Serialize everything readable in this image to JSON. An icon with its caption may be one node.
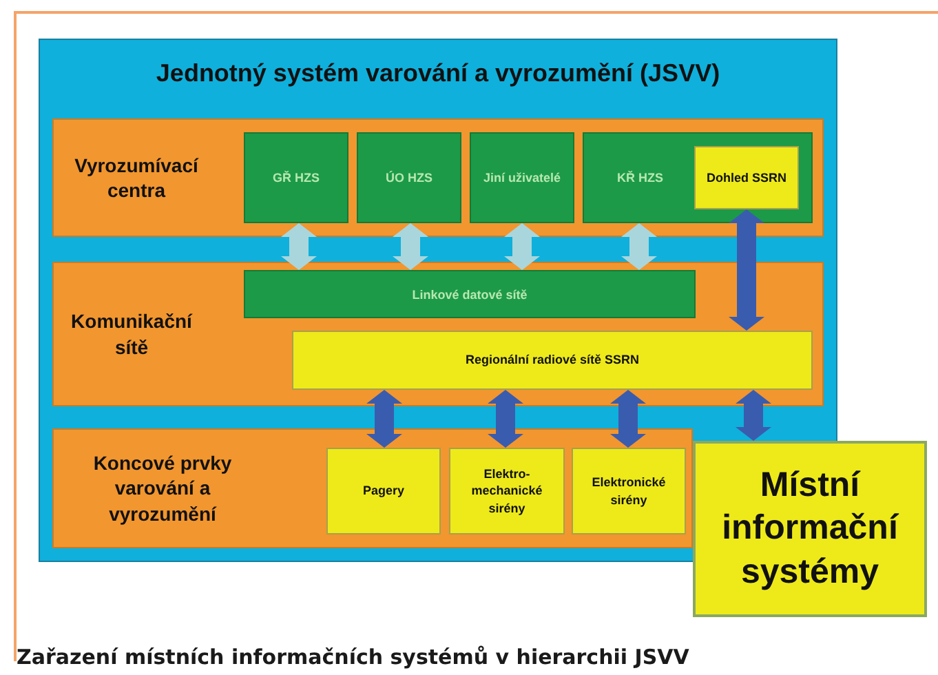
{
  "diagram": {
    "caption": "Zařazení místních informačních systémů v hierarchii JSVV",
    "nodes": [
      {
        "text": [
          "Jednotný systém varování a vyrozumění (JSVV)"
        ]
      },
      {
        "text": [
          "Vyrozumívací centra"
        ],
        "in": 0
      },
      {
        "text": [
          "GŘ HZS"
        ],
        "in": 1
      },
      {
        "text": [
          "ÚO HZS"
        ],
        "in": 1
      },
      {
        "text": [
          "Jiní uživatelé"
        ],
        "in": 1
      },
      {
        "text": [
          "KŘ HZS"
        ],
        "in": 1
      },
      {
        "text": [
          "Dohled SSRN"
        ],
        "in": 5
      },
      {
        "text": [
          "Komunikační sítě"
        ],
        "in": 0
      },
      {
        "text": [
          "Linkové datové sítě"
        ],
        "in": 7
      },
      {
        "text": [
          "Regionální radiové sítě SSRN"
        ],
        "in": 7
      },
      {
        "text": [
          "Koncové prvky varování a vyrozumění"
        ],
        "in": 0
      },
      {
        "text": [
          "Pagery"
        ],
        "in": 10
      },
      {
        "text": [
          "Elektro-mechanické sirény"
        ],
        "in": 10
      },
      {
        "text": [
          "Elektronické sirény"
        ],
        "in": 10
      },
      {
        "text": [
          "Místní informační systémy"
        ]
      }
    ],
    "edges": [
      {
        "from": 2,
        "to": 8,
        "arrow": "both",
        "color": "#a9d6dc"
      },
      {
        "from": 3,
        "to": 8,
        "arrow": "both",
        "color": "#a9d6dc"
      },
      {
        "from": 4,
        "to": 8,
        "arrow": "both",
        "color": "#a9d6dc"
      },
      {
        "from": 5,
        "to": 8,
        "arrow": "both",
        "color": "#a9d6dc"
      },
      {
        "from": 6,
        "to": 9,
        "arrow": "both"
      },
      {
        "from": 9,
        "to": 11,
        "arrow": "both"
      },
      {
        "from": 9,
        "to": 12,
        "arrow": "both"
      },
      {
        "from": 9,
        "to": 13,
        "arrow": "both"
      },
      {
        "from": 9,
        "to": 14,
        "arrow": "both"
      }
    ]
  }
}
